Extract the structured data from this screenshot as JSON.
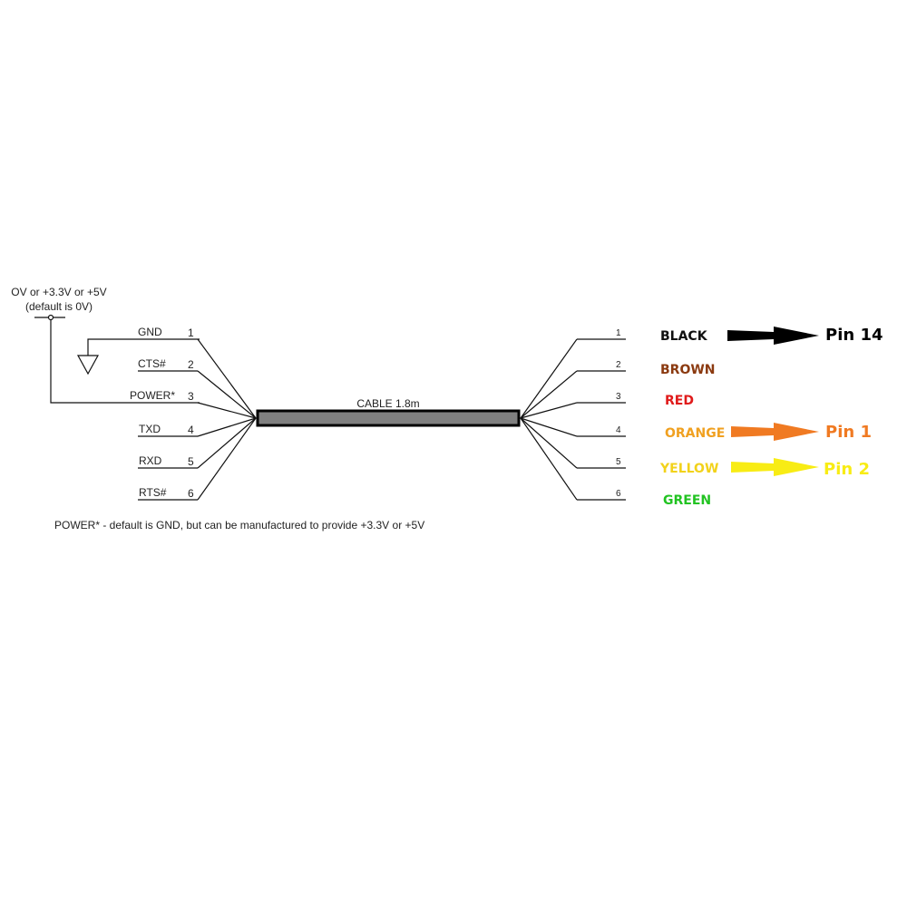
{
  "power_source": {
    "line1": "OV or +3.3V or +5V",
    "line2": "(default is 0V)"
  },
  "left_pins": [
    {
      "name": "GND",
      "number": "1"
    },
    {
      "name": "CTS#",
      "number": "2"
    },
    {
      "name": "POWER*",
      "number": "3"
    },
    {
      "name": "TXD",
      "number": "4"
    },
    {
      "name": "RXD",
      "number": "5"
    },
    {
      "name": "RTS#",
      "number": "6"
    }
  ],
  "cable": {
    "label": "CABLE 1.8m",
    "color": "#808080"
  },
  "right_wires": [
    {
      "number": "1",
      "color_name": "BLACK",
      "color": "#111111"
    },
    {
      "number": "2",
      "color_name": "BROWN",
      "color": "#8B3A10"
    },
    {
      "number": "3",
      "color_name": "RED",
      "color": "#E01B1B"
    },
    {
      "number": "4",
      "color_name": "ORANGE",
      "color": "#F0A020"
    },
    {
      "number": "5",
      "color_name": "YELLOW",
      "color": "#F2D21B"
    },
    {
      "number": "6",
      "color_name": "GREEN",
      "color": "#22C322"
    }
  ],
  "pin_arrows": [
    {
      "label": "Pin 14",
      "wire": 0,
      "color": "#000000"
    },
    {
      "label": "Pin 1",
      "wire": 3,
      "color": "#F07A22"
    },
    {
      "label": "Pin 2",
      "wire": 4,
      "color": "#F8EC14"
    }
  ],
  "footnote": "POWER* - default is GND, but can be manufactured to provide +3.3V or +5V"
}
